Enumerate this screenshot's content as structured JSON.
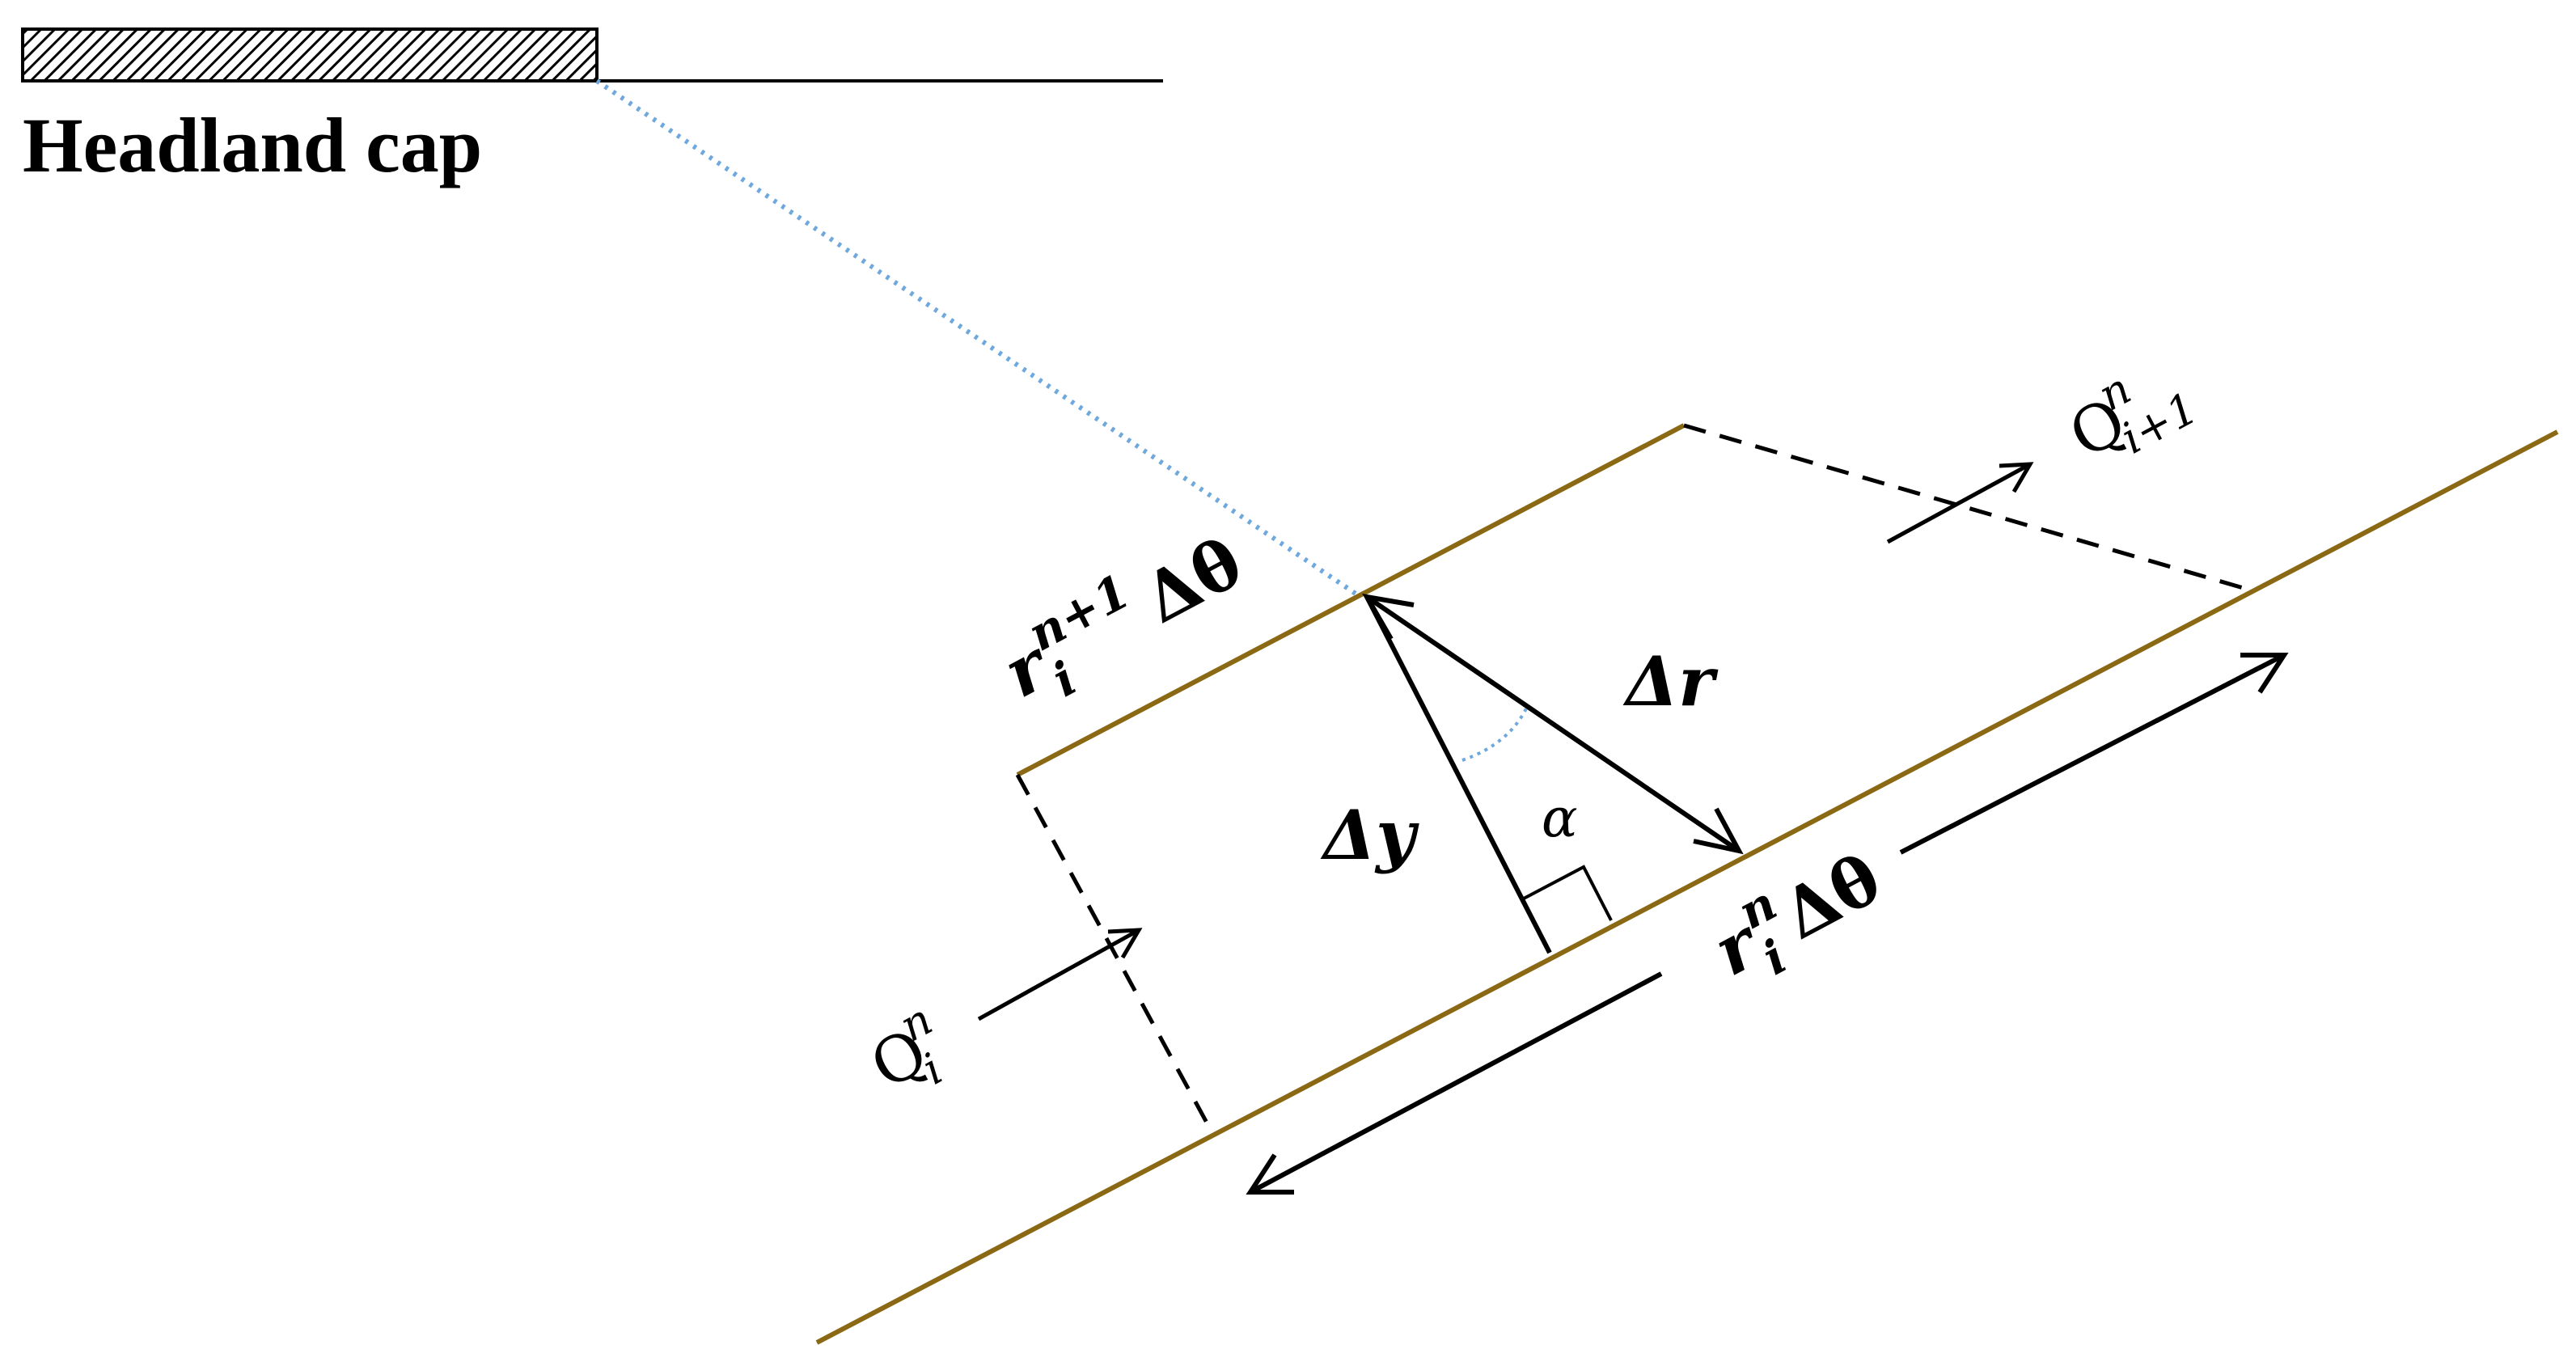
{
  "title": "Headland cap",
  "labels": {
    "flux_in_base": "Q",
    "flux_in_sup": "n",
    "flux_in_sub": "i",
    "flux_out_base": "Q",
    "flux_out_sup": "n",
    "flux_out_sub": "i+1",
    "r_upper_base": "r",
    "r_upper_sup": "n+1",
    "r_upper_sub": "i",
    "r_upper_dtheta": "Δθ",
    "r_lower_base": "r",
    "r_lower_sup": "n",
    "r_lower_sub": "i",
    "r_lower_dtheta": "Δθ",
    "delta_r": "Δr",
    "delta_y": "Δy",
    "alpha": "α"
  },
  "colors": {
    "shoreline": "#8B6914",
    "headland_line": "#6fa8dc",
    "ink": "#000000"
  }
}
